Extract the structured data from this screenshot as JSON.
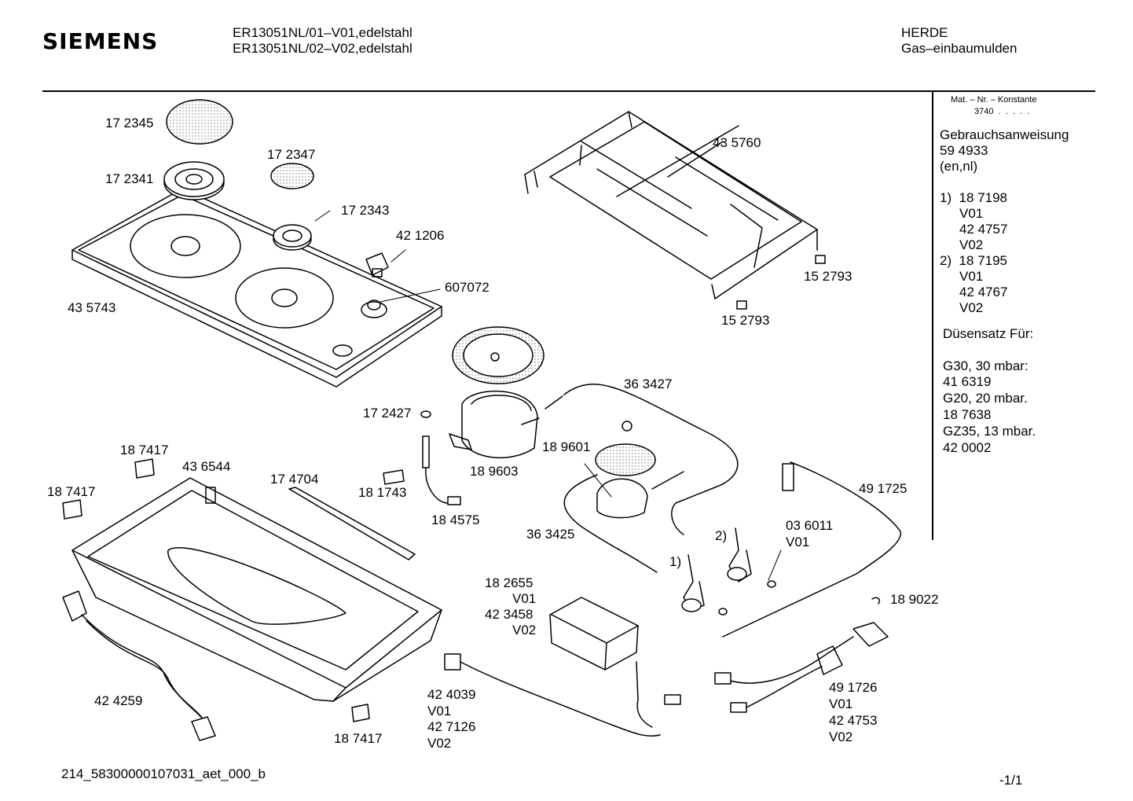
{
  "header": {
    "brand": "SIEMENS",
    "model_line_1": "ER13051NL/01–V01,edelstahl",
    "model_line_2": "ER13051NL/02–V02,edelstahl",
    "category_1": "HERDE",
    "category_2": "Gas–einbaumulden"
  },
  "sidebar": {
    "mat_label": "Mat. – Nr. – Konstante",
    "mat_value": "3740  .  .  .  .  .",
    "manual_title": "Gebrauchsanweisung",
    "manual_number": "59 4933",
    "manual_lang": "(en,nl)",
    "variant_1": "1)  18 7198",
    "variant_1_a": "V01",
    "variant_1_b": "42 4757",
    "variant_1_c": "V02",
    "variant_2": "2)  18 7195",
    "variant_2_a": "V01",
    "variant_2_b": "42 4767",
    "variant_2_c": "V02",
    "nozzle_title": "Düsensatz Für:",
    "g30": "G30, 30 mbar:",
    "g30_part": "41 6319",
    "g20": "G20, 20 mbar.",
    "g20_part": "18 7638",
    "gz35": "GZ35, 13 mbar.",
    "gz35_part": "42 0002"
  },
  "parts": {
    "p172345": "17 2345",
    "p172347": "17 2347",
    "p172341": "17 2341",
    "p172343": "17 2343",
    "p421206": "42 1206",
    "p607072": "607072",
    "p435743": "43 5743",
    "p435760": "43 5760",
    "p152793a": "15 2793",
    "p152793b": "15 2793",
    "p363427": "36 3427",
    "p172427": "17 2427",
    "p189603": "18 9603",
    "p189601": "18 9601",
    "p187417a": "18 7417",
    "p436544": "43 6544",
    "p174704": "17 4704",
    "p181743": "18 1743",
    "p187417b": "18 7417",
    "p184575": "18 4575",
    "p491725": "49 1725",
    "p036011": "03 6011",
    "p036011v": "V01",
    "p363425": "36 3425",
    "mark2": "2)",
    "mark1": "1)",
    "p182655": "18 2655",
    "p182655v1": "V01",
    "p423458": "42 3458",
    "p423458v2": "V02",
    "p189022": "18 9022",
    "p424259": "42 4259",
    "p187417c": "18 7417",
    "p424039": "42 4039",
    "p424039v1": "V01",
    "p427126": "42 7126",
    "p427126v2": "V02",
    "p491726": "49 1726",
    "p491726v1": "V01",
    "p424753": "42 4753",
    "p424753v2": "V02"
  },
  "footer": {
    "drawing_code": "214_58300000107031_aet_000_b",
    "page": "-1/1"
  }
}
